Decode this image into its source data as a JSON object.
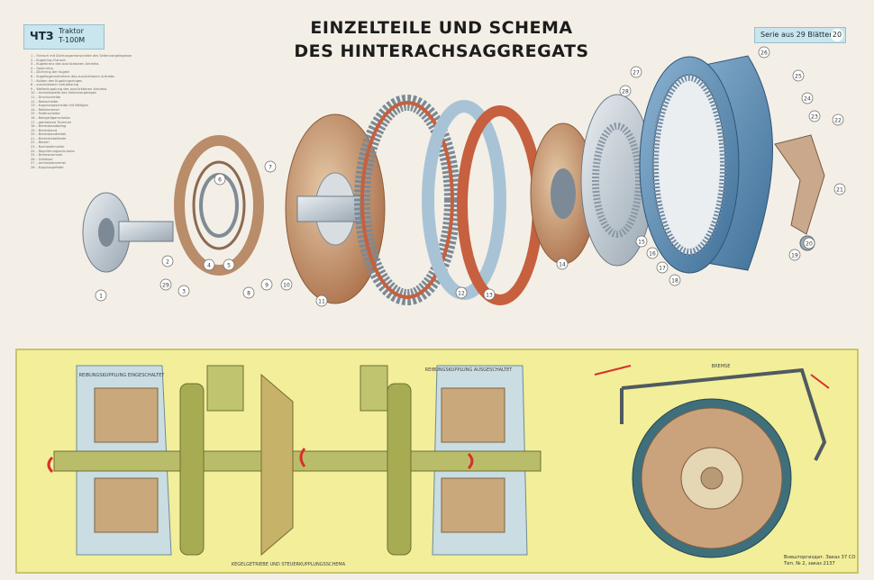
{
  "header": {
    "brand": "ЧТЗ",
    "model_line1": "Traktor",
    "model_line2": "T-100M",
    "series_label": "Serie aus 29 Blättern",
    "sheet_number": "20",
    "title_line1": "EINZELTEILE UND SCHEMA",
    "title_line2": "DES HINTERACHSAGGREGATS"
  },
  "legend_items": [
    "1 – Flansch mit Dichtungsmanschette des Seitenvorgelegeaxe",
    "2 – Kugelring–Flansch",
    "3 – Kugelkranz des ausrückbaren Antriebs",
    "4 – Spannring",
    "5 – Dichtring der Kugeln",
    "6 – Kugellageraufnahme des ausrückbaren Antriebs",
    "7 – Kolben des Kupplungsringes",
    "8 – ausrückbarer Antriebsring",
    "9 – Wellenkupplung des ausrückbaren Antriebs",
    "10 – Antriebswelle des Seitenvorgeleges",
    "11 – Druckscheibe",
    "12 – Reibscheibe",
    "13 – Kupplungsscheibe mit Belägen",
    "14 – Reibtrommel",
    "15 – Federscheibe",
    "16 – Belagträgerscheibe",
    "17 – getriebene Trommel",
    "18 – Bremsbandbelag",
    "19 – Bremsband",
    "20 – Bremsbandhebel",
    "21 – Bremshebelfeder",
    "22 – Bolzen",
    "23 – Nachstellmutter",
    "24 – Regulierungsschraube",
    "25 – Bremstrommel",
    "26 – Gehäuse",
    "27 – Antriebstrommel",
    "28 – Kupplungsfeder"
  ],
  "part_numbers": [
    "1",
    "2",
    "3",
    "4",
    "5",
    "6",
    "7",
    "8",
    "9",
    "10",
    "11",
    "12",
    "13",
    "14",
    "15",
    "16",
    "17",
    "18",
    "19",
    "20",
    "21",
    "22",
    "23",
    "24",
    "25",
    "26",
    "27",
    "28",
    "29"
  ],
  "schema_labels": {
    "left_top": "REIBUNGSKUPPLUNG EINGESCHALTET",
    "right_top": "REIBUNGSKUPPLUNG AUSGESCHALTET",
    "bottom": "KEGELGETRIEBE UND STEUERKUPPLUNGSSCHEMA",
    "brake": "BREMSE"
  },
  "footer": {
    "line1": "Внешторгиздат. Заказ 37 СО",
    "line2": "Тип. № 2, заказ 2137"
  },
  "colors": {
    "paper": "#f3efe6",
    "schema_panel": "#f2ee9a",
    "steel_blue": "#4d7ea8",
    "copper": "#b87a55",
    "friction_red": "#c6603f",
    "olive": "#9ea448"
  }
}
